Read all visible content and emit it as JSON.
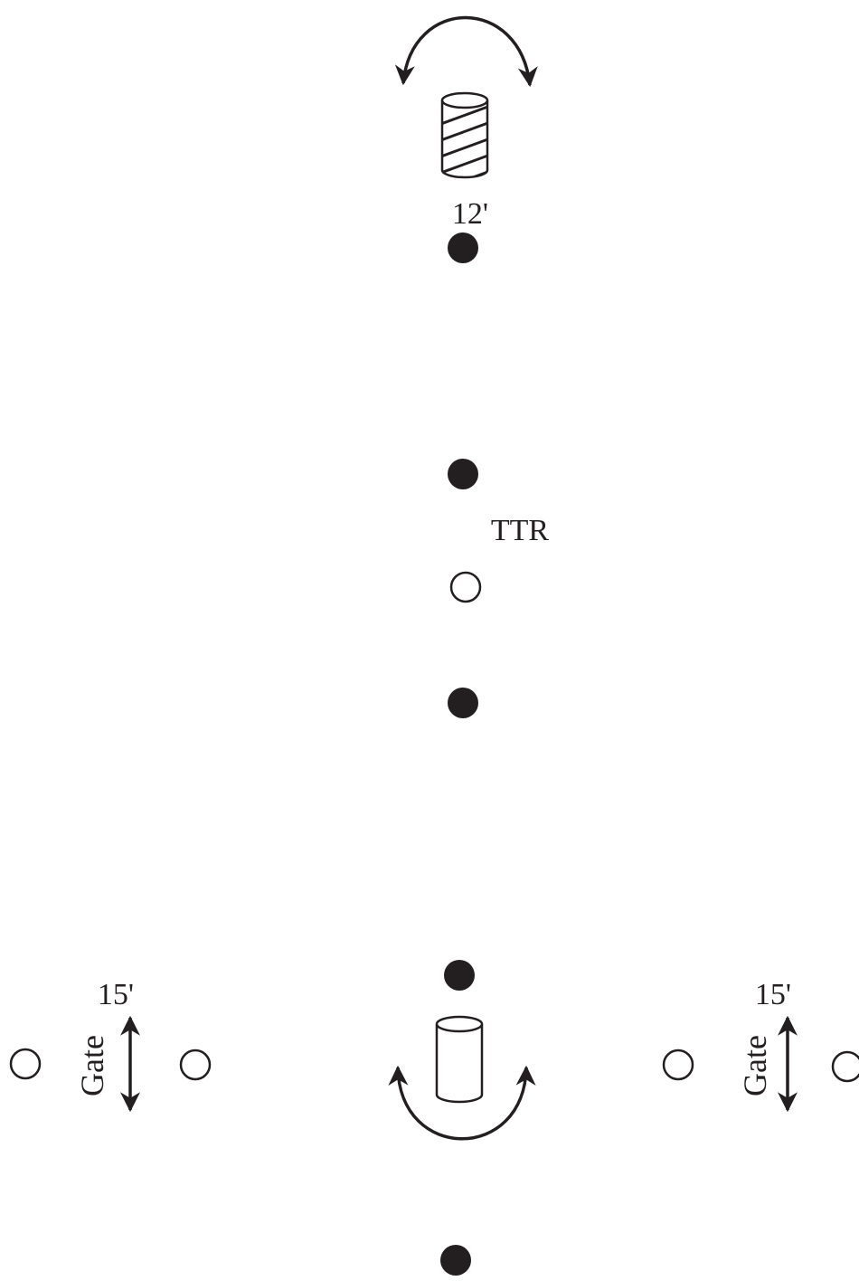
{
  "labels": {
    "top_distance": "12'",
    "middle": "TTR",
    "left_distance": "15'",
    "right_distance": "15'",
    "left_gate": "Gate",
    "right_gate": "Gate"
  },
  "colors": {
    "ink": "#231f20",
    "background": "#ffffff"
  }
}
